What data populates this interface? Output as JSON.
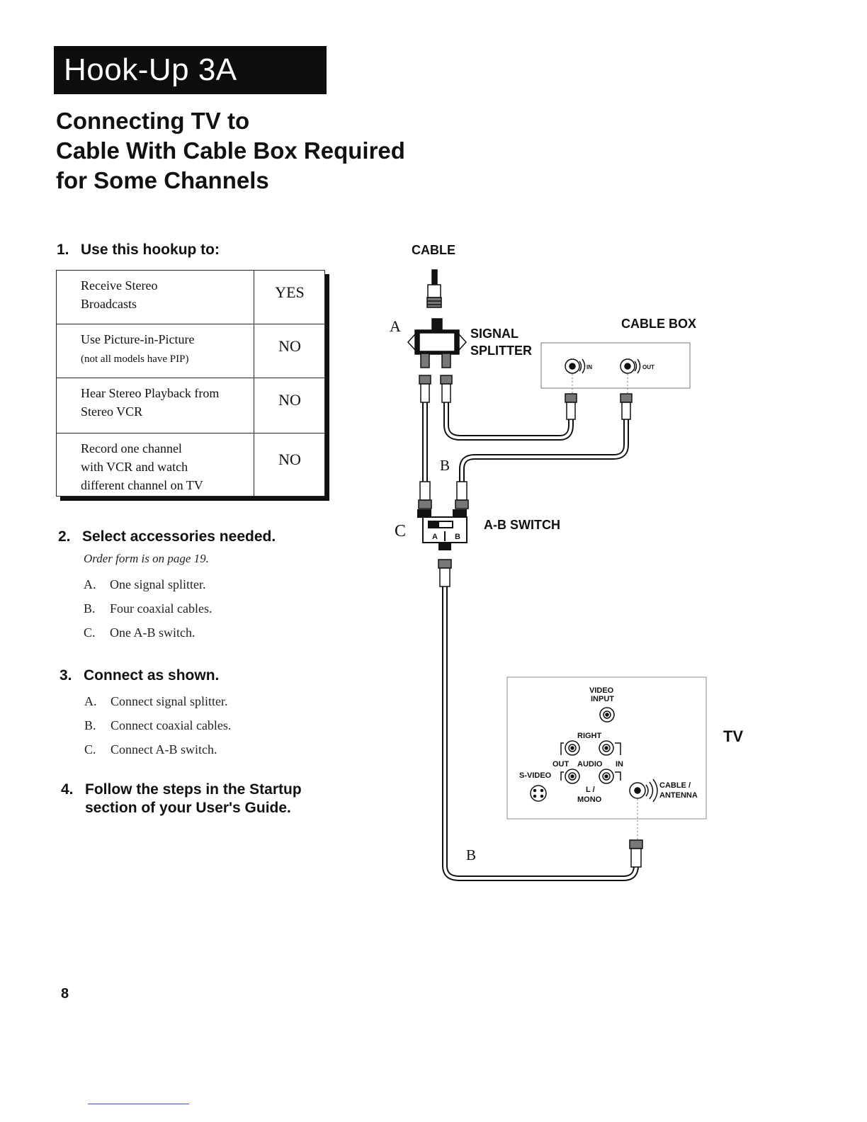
{
  "banner": {
    "title": "Hook-Up 3A"
  },
  "heading": {
    "line1": "Connecting TV to",
    "line2": "Cable With Cable Box Required",
    "line3": "for Some Channels"
  },
  "step1": {
    "number": "1.",
    "title": "Use this hookup to:",
    "rows": [
      {
        "label_line1": "Receive Stereo",
        "label_line2": "Broadcasts",
        "value": "YES"
      },
      {
        "label_line1": "Use Picture-in-Picture",
        "label_line2": "(not all models have PIP)",
        "value": "NO"
      },
      {
        "label_line1": "Hear Stereo Playback from",
        "label_line2": "Stereo VCR",
        "value": "NO"
      },
      {
        "label_line1": "Record one channel",
        "label_line2": "with VCR and watch",
        "label_line3": "different channel on TV",
        "value": "NO"
      }
    ]
  },
  "step2": {
    "number": "2.",
    "title": "Select accessories needed.",
    "note": "Order form is on page 19.",
    "items": [
      {
        "letter": "A.",
        "text": "One signal splitter."
      },
      {
        "letter": "B.",
        "text": "Four coaxial cables."
      },
      {
        "letter": "C.",
        "text": "One A-B switch."
      }
    ]
  },
  "step3": {
    "number": "3.",
    "title": "Connect as shown.",
    "items": [
      {
        "letter": "A.",
        "text": "Connect signal splitter."
      },
      {
        "letter": "B.",
        "text": "Connect coaxial cables."
      },
      {
        "letter": "C.",
        "text": "Connect A-B switch."
      }
    ]
  },
  "step4": {
    "number": "4.",
    "title_line1": "Follow the steps in the Startup",
    "title_line2": "section of your User's Guide."
  },
  "diagram": {
    "cable_label": "CABLE",
    "signal_line1": "SIGNAL",
    "signal_line2": "SPLITTER",
    "cable_box_label": "CABLE BOX",
    "box_in": "IN",
    "box_out": "OUT",
    "ab_switch_label": "A-B SWITCH",
    "ab_a": "A",
    "ab_b": "B",
    "letter_a": "A",
    "letter_b": "B",
    "letter_c": "C",
    "tv_label": "TV",
    "video_line1": "VIDEO",
    "video_line2": "INPUT",
    "right_label": "RIGHT",
    "out_label": "OUT",
    "audio_label": "AUDIO",
    "in_label": "IN",
    "svideo_label": "S-VIDEO",
    "l_label": "L /",
    "mono_label": "MONO",
    "cable_ant_line1": "CABLE /",
    "cable_ant_line2": "ANTENNA"
  },
  "page": {
    "number": "8"
  }
}
